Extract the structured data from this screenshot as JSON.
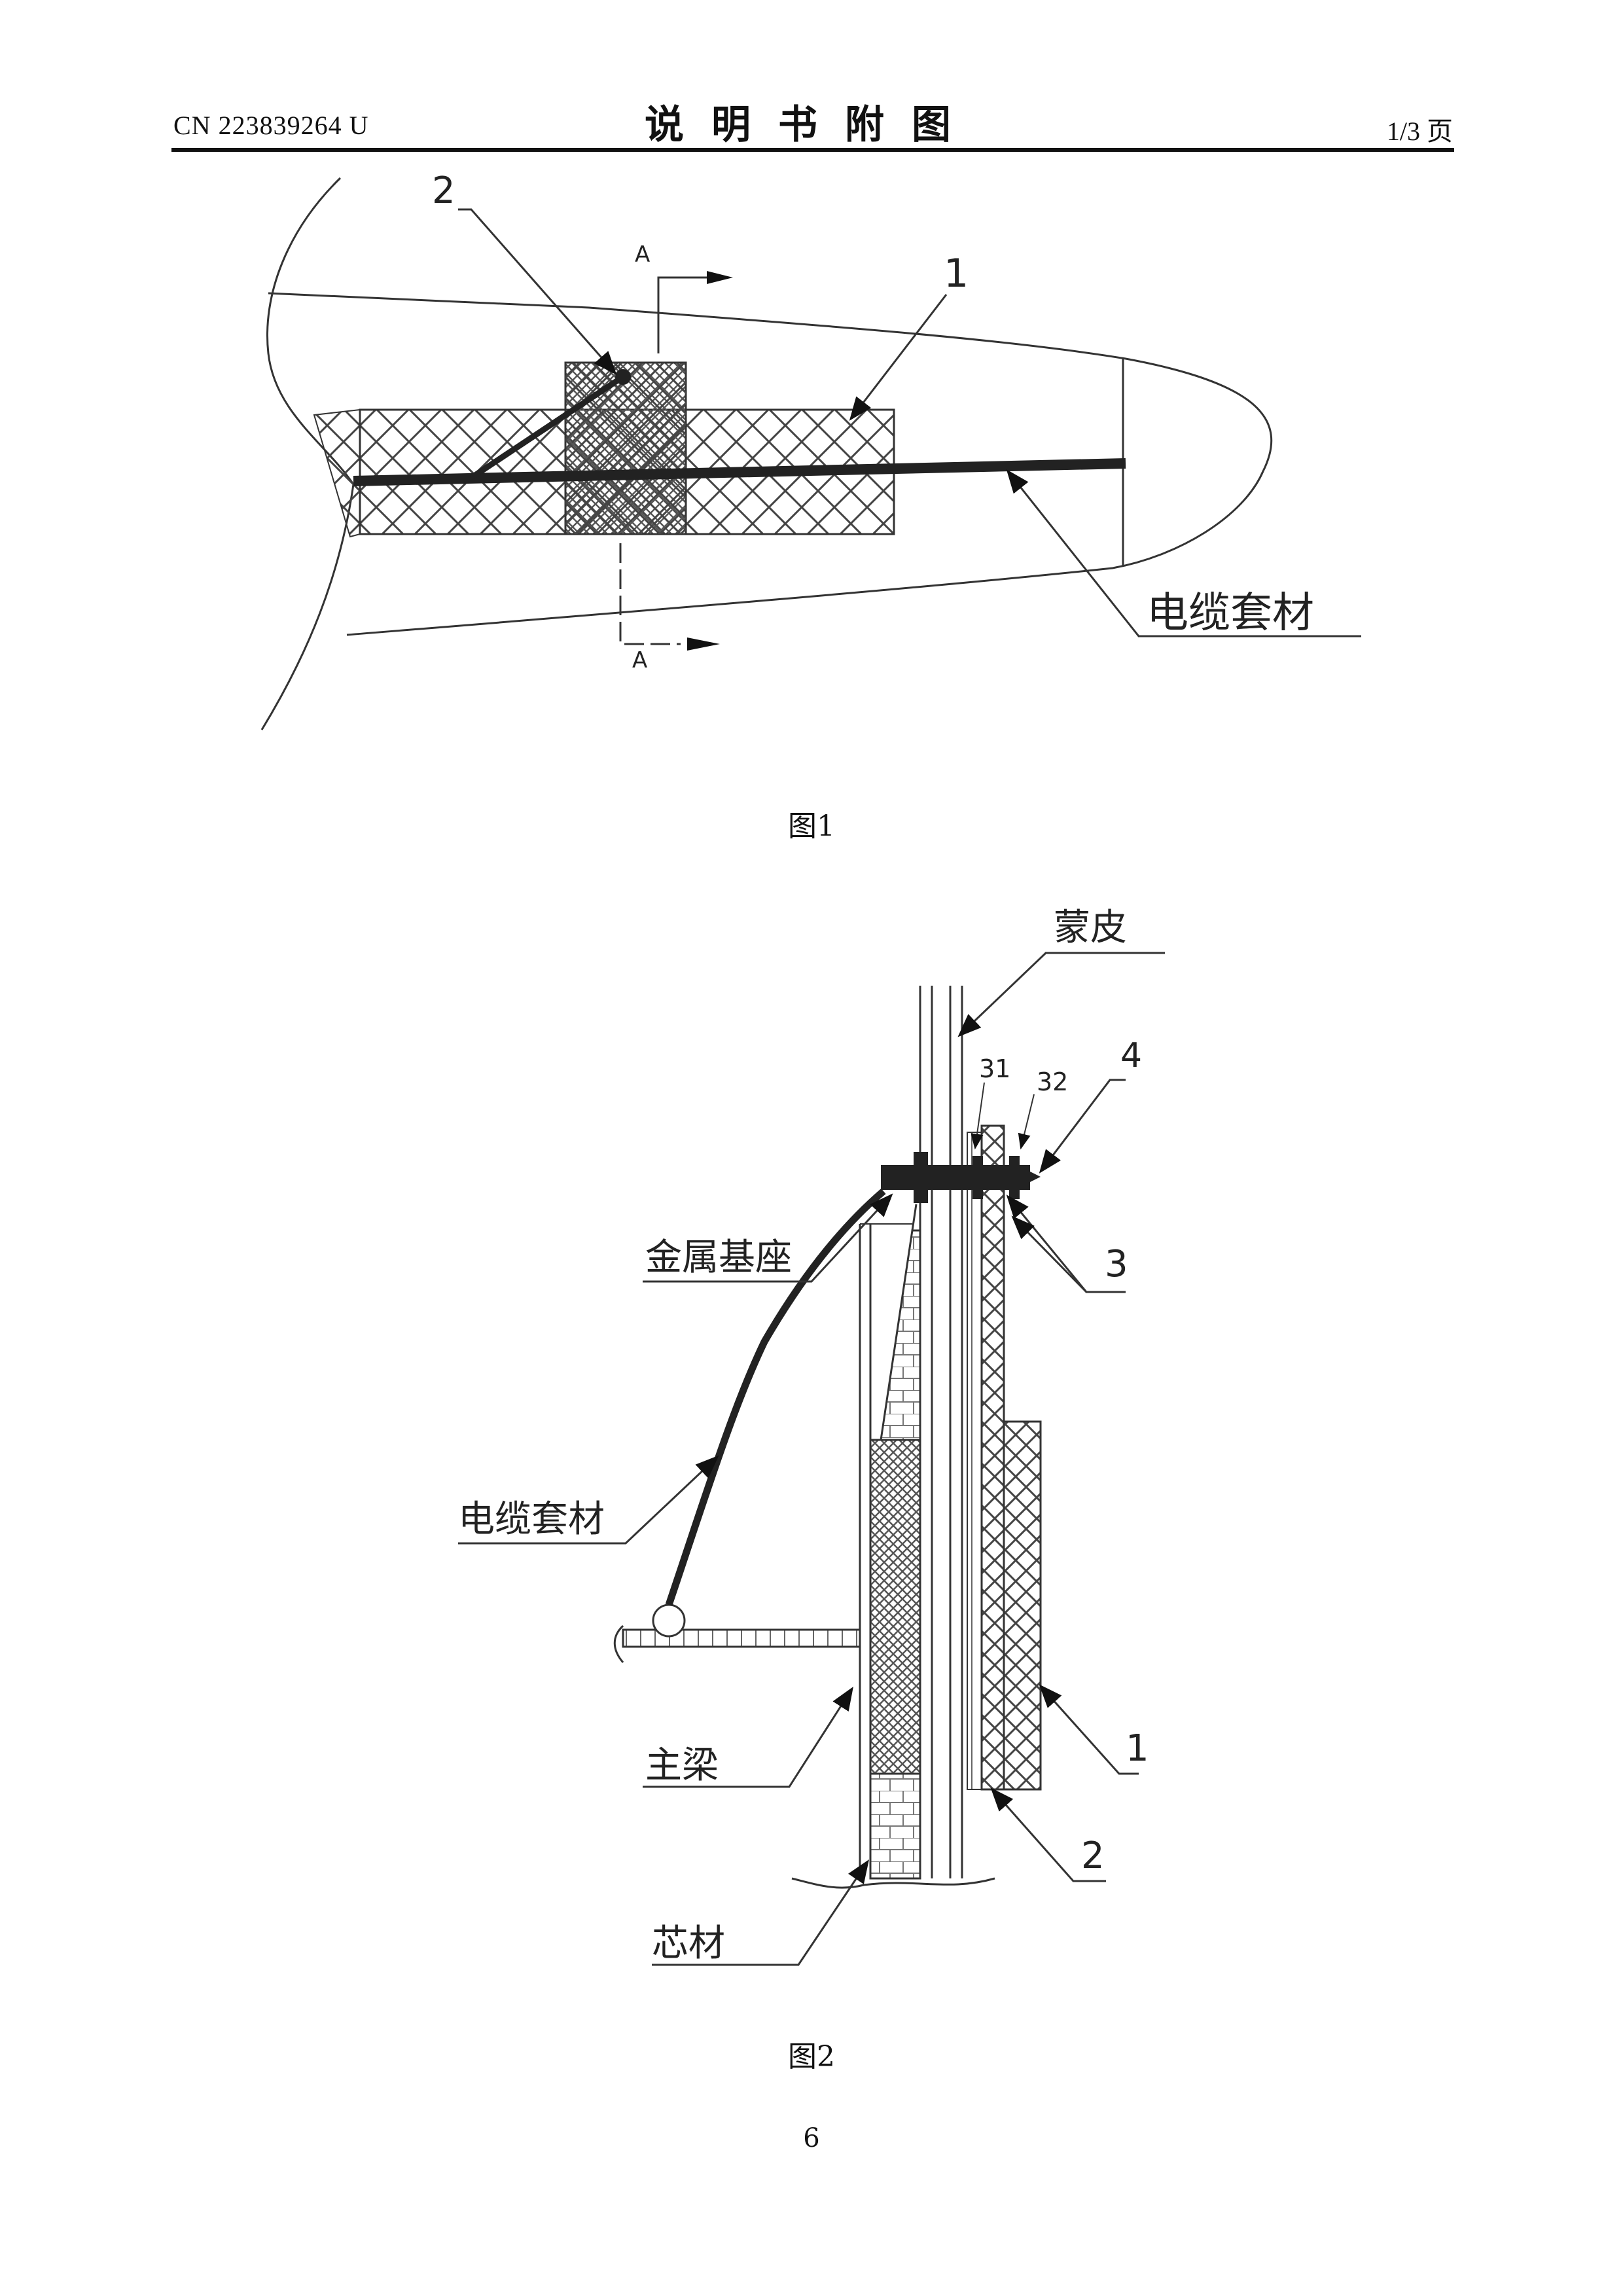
{
  "header": {
    "publication_number": "CN 223839264 U",
    "title": "说明书附图",
    "page_label": "1/3 页"
  },
  "figure1": {
    "caption": "图1",
    "labels": {
      "part1": "1",
      "part2": "2",
      "section_top": "A",
      "section_bottom": "A",
      "cable_sheath": "电缆套材"
    }
  },
  "figure2": {
    "caption": "图2",
    "labels": {
      "skin": "蒙皮",
      "part31": "31",
      "part32": "32",
      "part4": "4",
      "part3": "3",
      "metal_base": "金属基座",
      "cable_sheath": "电缆套材",
      "main_beam": "主梁",
      "part1": "1",
      "part2": "2",
      "core_material": "芯材"
    }
  },
  "footer": {
    "page_number": "6"
  }
}
